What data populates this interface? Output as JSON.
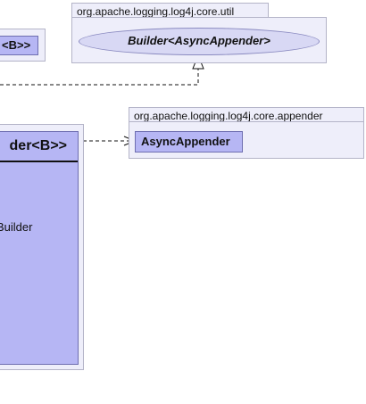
{
  "packages": {
    "left_class_label": "<B>>",
    "util": {
      "name": "org.apache.logging.log4j.core.util",
      "interface_label": "Builder<AsyncAppender>"
    },
    "appender": {
      "name": "org.apache.logging.log4j.core.appender",
      "class_label": "AsyncAppender"
    },
    "builder_class": {
      "header": "der<B>>",
      "member": "Builder"
    }
  }
}
